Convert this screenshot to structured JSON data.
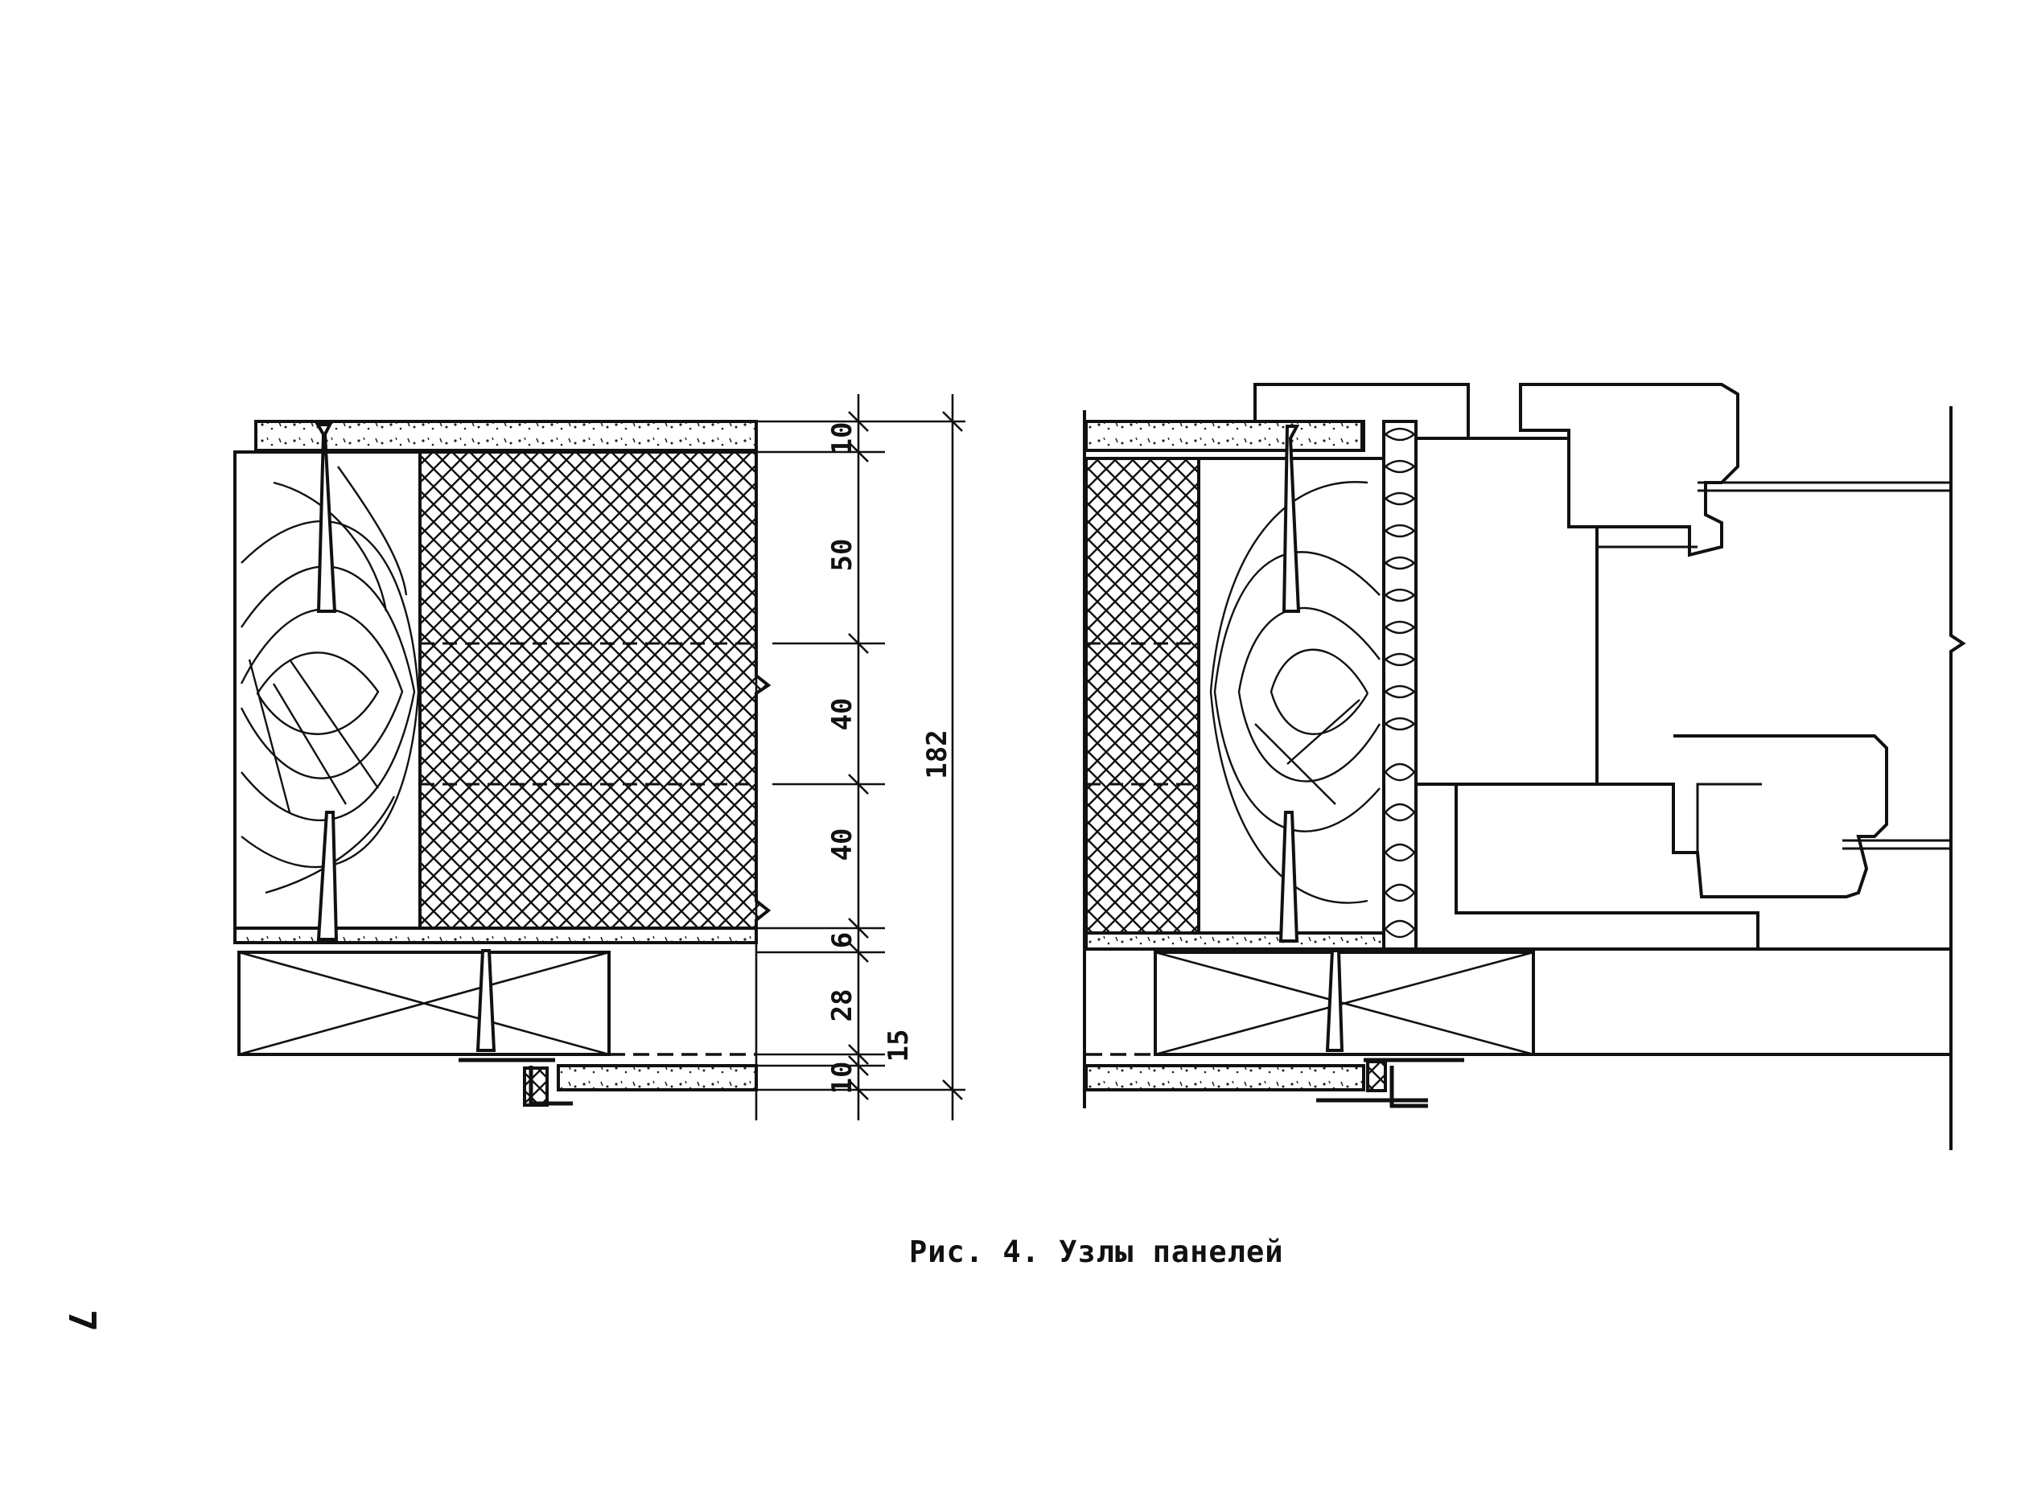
{
  "caption": "Рис. 4. Узлы панелей",
  "page_number": "7",
  "dimensions": {
    "d10_top": "10",
    "d50": "50",
    "d40_a": "40",
    "d40_b": "40",
    "d6": "6",
    "d28": "28",
    "d15": "15",
    "d10_bottom": "10",
    "total": "182"
  },
  "colors": {
    "ink": "#111111",
    "paper": "#ffffff"
  }
}
